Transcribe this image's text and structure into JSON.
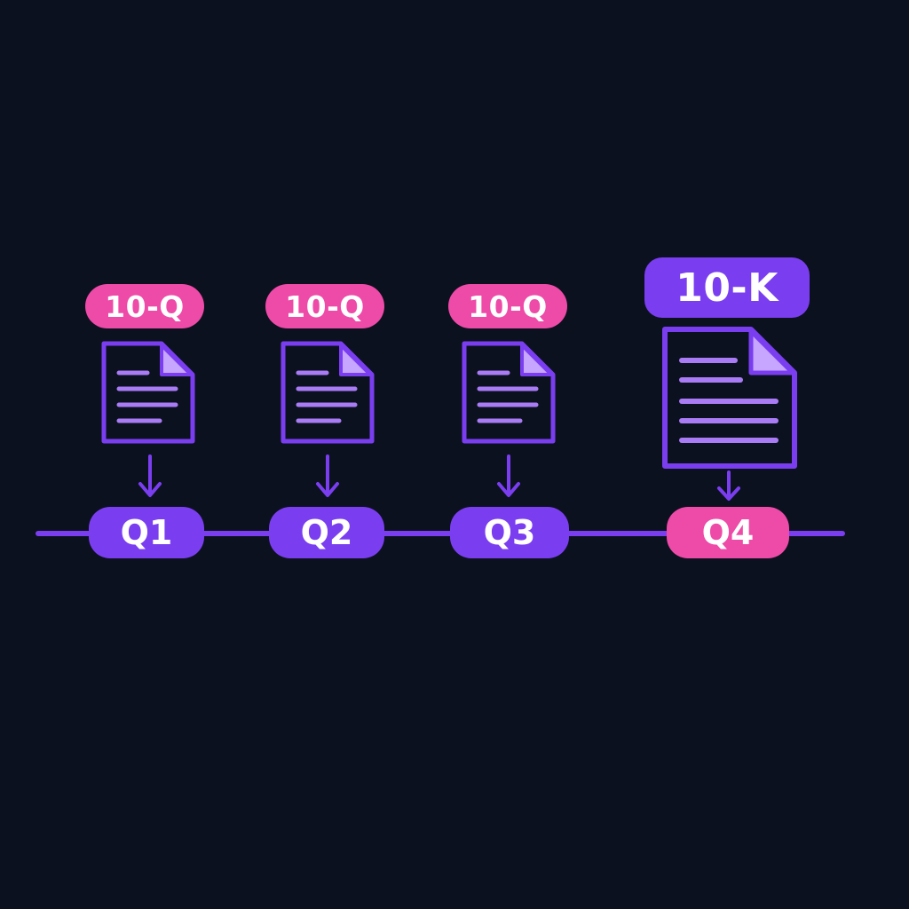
{
  "colors": {
    "background": "#0c1120",
    "purple": "#7a3ef0",
    "pink": "#ee4aa8",
    "doc_lines": "#a97cf5",
    "doc_fold": "#c7a6ff"
  },
  "icons": {
    "document": "document-icon",
    "arrow": "arrow-down-icon"
  },
  "filings": [
    {
      "filing_type": "10-Q",
      "quarter": "Q1"
    },
    {
      "filing_type": "10-Q",
      "quarter": "Q2"
    },
    {
      "filing_type": "10-Q",
      "quarter": "Q3"
    },
    {
      "filing_type": "10-K",
      "quarter": "Q4"
    }
  ]
}
